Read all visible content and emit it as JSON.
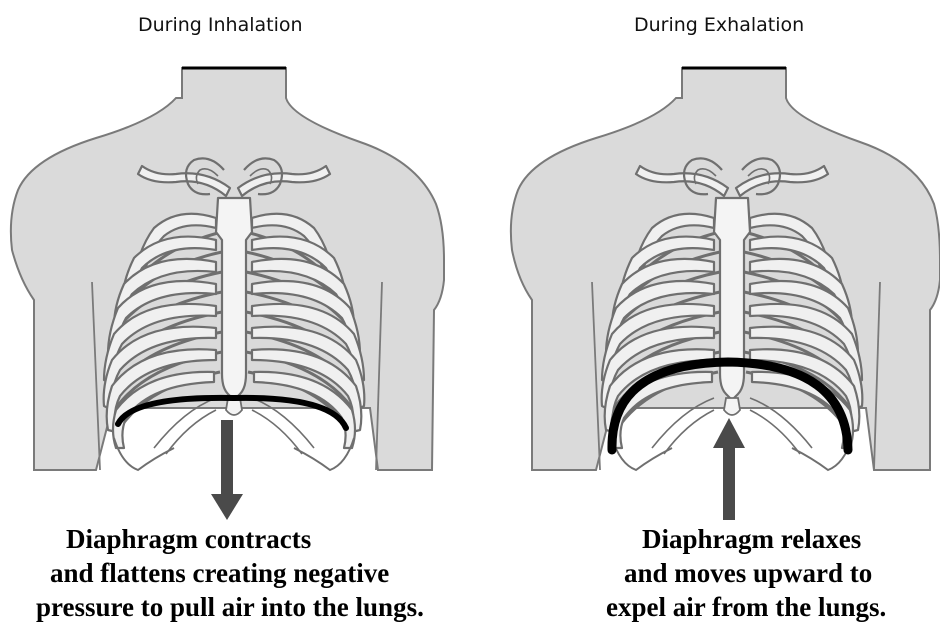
{
  "panels": [
    {
      "title": "During Inhalation",
      "caption": [
        "Diaphragm contracts",
        "and flattens creating negative",
        "pressure to pull air into the lungs."
      ],
      "arrow": "down-arrow"
    },
    {
      "title": "During Exhalation",
      "caption": [
        "Diaphragm relaxes",
        "and moves upward to",
        "expel air from the lungs."
      ],
      "arrow": "up-arrow"
    }
  ],
  "colors": {
    "body_fill": "#dadada",
    "bone_fill": "#f0f0f0",
    "bone_stroke": "#6f6f6f",
    "diaphragm": "#000000",
    "arrow": "#4a4a4a"
  }
}
